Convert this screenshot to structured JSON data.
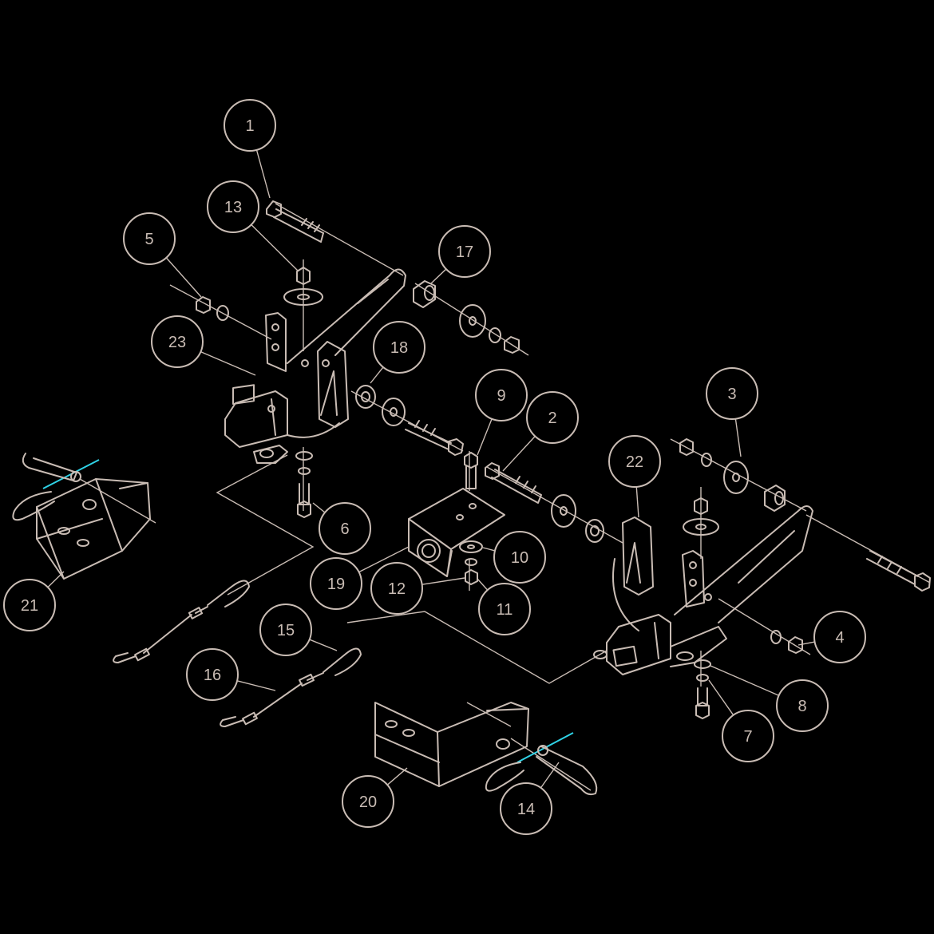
{
  "colors": {
    "background": "#000000",
    "line": "#c9bcb4",
    "accent": "#2fd2e6"
  },
  "callouts": [
    {
      "id": "1",
      "label": "1"
    },
    {
      "id": "2",
      "label": "2"
    },
    {
      "id": "3",
      "label": "3"
    },
    {
      "id": "4",
      "label": "4"
    },
    {
      "id": "5",
      "label": "5"
    },
    {
      "id": "6",
      "label": "6"
    },
    {
      "id": "7",
      "label": "7"
    },
    {
      "id": "8",
      "label": "8"
    },
    {
      "id": "9",
      "label": "9"
    },
    {
      "id": "10",
      "label": "10"
    },
    {
      "id": "11",
      "label": "11"
    },
    {
      "id": "12",
      "label": "12"
    },
    {
      "id": "13",
      "label": "13"
    },
    {
      "id": "14",
      "label": "14"
    },
    {
      "id": "15",
      "label": "15"
    },
    {
      "id": "16",
      "label": "16"
    },
    {
      "id": "17",
      "label": "17"
    },
    {
      "id": "18",
      "label": "18"
    },
    {
      "id": "19",
      "label": "19"
    },
    {
      "id": "20",
      "label": "20"
    },
    {
      "id": "21",
      "label": "21"
    },
    {
      "id": "22",
      "label": "22"
    },
    {
      "id": "23",
      "label": "23"
    }
  ]
}
